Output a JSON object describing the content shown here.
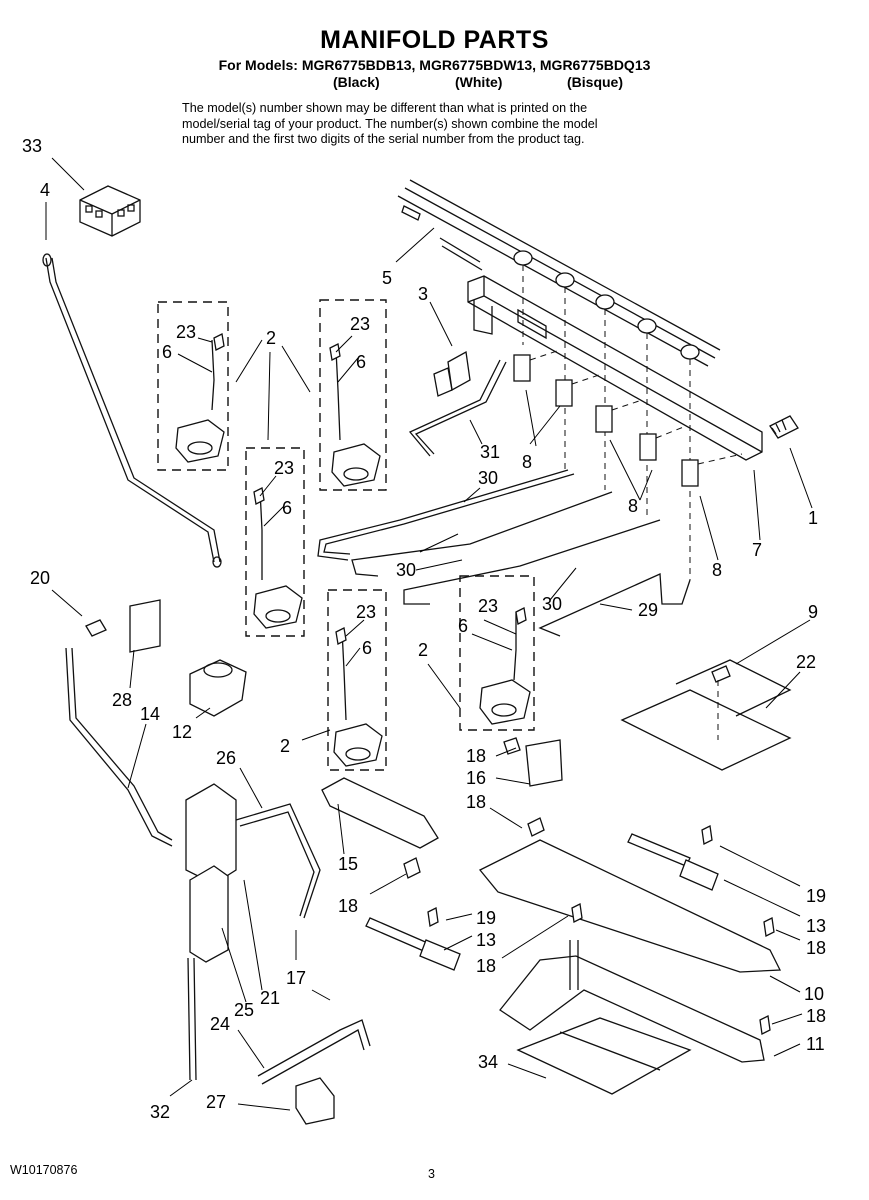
{
  "header": {
    "title": "MANIFOLD PARTS",
    "models_line": "For Models: MGR6775BDB13, MGR6775BDW13, MGR6775BDQ13",
    "colors": [
      "(Black)",
      "(White)",
      "(Bisque)"
    ],
    "note_lines": [
      "The model(s) number shown may be different than what is printed on the",
      "model/serial tag of your product. The number(s) shown combine the model",
      "number and the first two digits of the serial number from the product tag."
    ]
  },
  "callouts": {
    "c33": "33",
    "c4": "4",
    "c5": "5",
    "c3": "3",
    "c1": "1",
    "c23a": "23",
    "c6a": "6",
    "c2a": "2",
    "c23b": "23",
    "c6b": "6",
    "c23c": "23",
    "c6c": "6",
    "c31": "31",
    "c8a": "8",
    "c30a": "30",
    "c8b": "8",
    "c7": "7",
    "c8c": "8",
    "c20": "20",
    "c30b": "30",
    "c30c": "30",
    "c29": "29",
    "c9": "9",
    "c23d": "23",
    "c6d": "6",
    "c23e": "23",
    "c6e": "6",
    "c2b": "2",
    "c22": "22",
    "c28": "28",
    "c14": "14",
    "c12": "12",
    "c2c": "2",
    "c26": "26",
    "c18a": "18",
    "c16": "16",
    "c18b": "18",
    "c15": "15",
    "c18c": "18",
    "c19a": "19",
    "c19b": "19",
    "c13a": "13",
    "c13b": "13",
    "c18d": "18",
    "c18e": "18",
    "c17": "17",
    "c21": "21",
    "c25": "25",
    "c24": "24",
    "c10": "10",
    "c18f": "18",
    "c11": "11",
    "c34": "34",
    "c32": "32",
    "c27": "27"
  },
  "footer": {
    "doc_id": "W10170876",
    "page": "3"
  }
}
